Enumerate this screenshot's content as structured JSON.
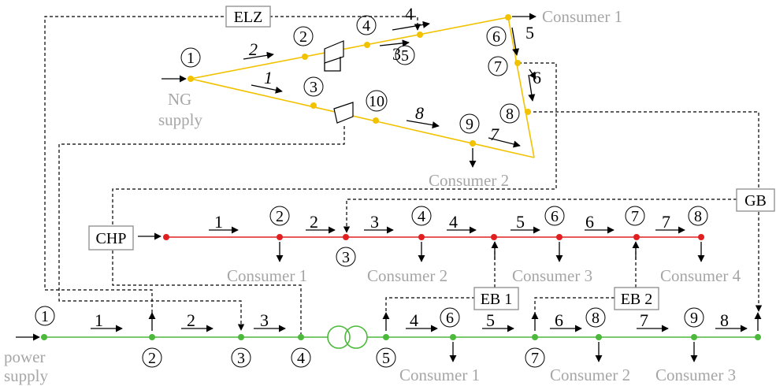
{
  "colors": {
    "gas": "#f2c200",
    "heat": "#e02020",
    "power": "#4cb83c",
    "annotation": "#a6a6a6"
  },
  "units": {
    "elz": "ELZ",
    "chp": "CHP",
    "gb": "GB",
    "eb1": "EB 1",
    "eb2": "EB 2"
  },
  "gas": {
    "supply_line1": "NG",
    "supply_line2": "supply",
    "consumer1": "Consumer 1",
    "consumer2": "Consumer 2",
    "nodes": [
      "1",
      "2",
      "3",
      "4",
      "5",
      "6",
      "7",
      "8",
      "9",
      "10"
    ],
    "pipes": [
      "1",
      "2",
      "3",
      "4",
      "5",
      "6",
      "7",
      "8"
    ]
  },
  "heat": {
    "consumers": [
      "Consumer 1",
      "Consumer 2",
      "Consumer 3",
      "Consumer 4"
    ],
    "nodes": [
      "2",
      "3",
      "4",
      "6",
      "7",
      "8"
    ],
    "pipes": [
      "1",
      "2",
      "3",
      "4",
      "5",
      "6",
      "7"
    ]
  },
  "power": {
    "supply_line1": "power",
    "supply_line2": "supply",
    "consumers": [
      "Consumer 1",
      "Consumer 2",
      "Consumer 3"
    ],
    "nodes": [
      "1",
      "2",
      "3",
      "4",
      "5",
      "6",
      "7",
      "8",
      "9"
    ],
    "lines": [
      "1",
      "2",
      "3",
      "4",
      "5",
      "6",
      "7",
      "8"
    ]
  }
}
